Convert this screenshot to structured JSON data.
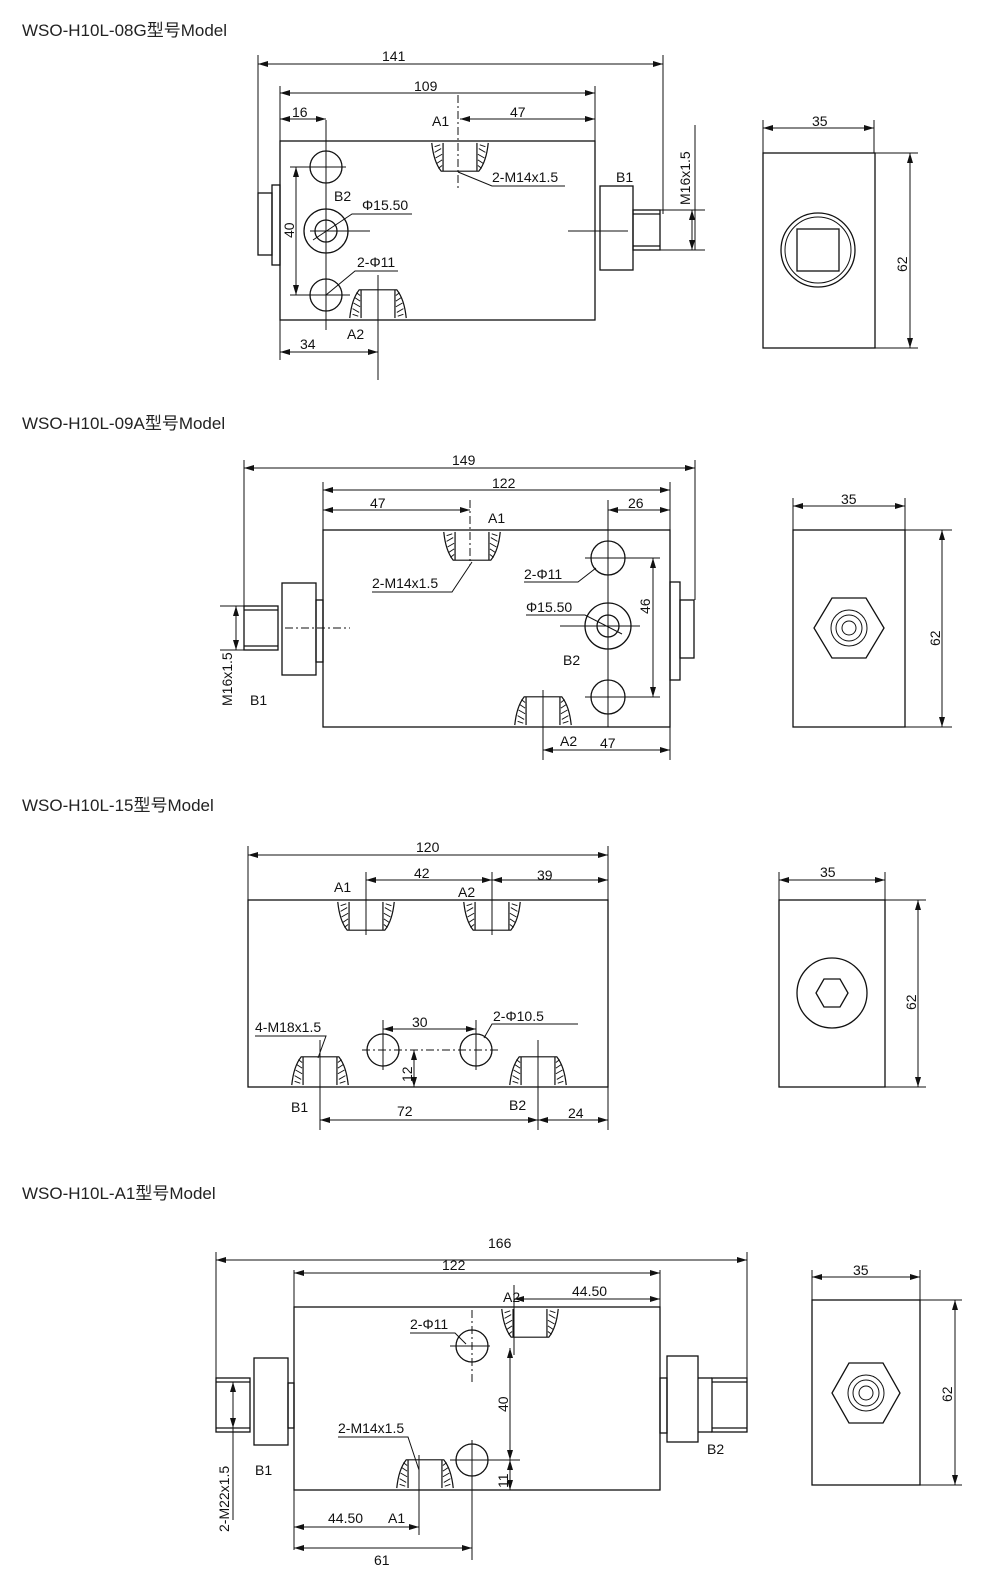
{
  "models": [
    {
      "title": "WSO-H10L-08G型号Model",
      "dims": {
        "overall": "141",
        "body": "109",
        "hole_offset": "16",
        "a1_offset": "47",
        "hole_spacing": "40",
        "a2_offset": "34",
        "thread": "M16x1.5"
      },
      "labels": {
        "a1": "A1",
        "a2": "A2",
        "b1": "B1",
        "b2": "B2",
        "port_thread": "2-M14x1.5",
        "bore": "Φ15.50",
        "holes": "2-Φ11"
      },
      "side": {
        "width": "35",
        "height": "62"
      }
    },
    {
      "title": "WSO-H10L-09A型号Model",
      "dims": {
        "overall": "149",
        "body": "122",
        "a1_offset": "47",
        "hole_offset": "26",
        "hole_spacing": "46",
        "a2_offset": "47",
        "thread": "M16x1.5"
      },
      "labels": {
        "a1": "A1",
        "a2": "A2",
        "b1": "B1",
        "b2": "B2",
        "port_thread": "2-M14x1.5",
        "bore": "Φ15.50",
        "holes": "2-Φ11"
      },
      "side": {
        "width": "35",
        "height": "62"
      }
    },
    {
      "title": "WSO-H10L-15型号Model",
      "dims": {
        "overall": "120",
        "a_spacing": "42",
        "a2_offset": "39",
        "hole_spacing": "30",
        "hole_height": "12",
        "b_spacing": "72",
        "b2_offset": "24"
      },
      "labels": {
        "a1": "A1",
        "a2": "A2",
        "b1": "B1",
        "b2": "B2",
        "port_thread": "4-M18x1.5",
        "holes": "2-Φ10.5"
      },
      "side": {
        "width": "35",
        "height": "62"
      }
    },
    {
      "title": "WSO-H10L-A1型号Model",
      "dims": {
        "overall": "166",
        "body": "122",
        "a2_offset": "44.50",
        "hole_spacing": "40",
        "hole_height": "11",
        "a1_offset": "44.50",
        "hole_offset": "61",
        "thread": "2-M22x1.5"
      },
      "labels": {
        "a1": "A1",
        "a2": "A2",
        "b1": "B1",
        "b2": "B2",
        "port_thread": "2-M14x1.5",
        "holes": "2-Φ11"
      },
      "side": {
        "width": "35",
        "height": "62"
      }
    }
  ]
}
